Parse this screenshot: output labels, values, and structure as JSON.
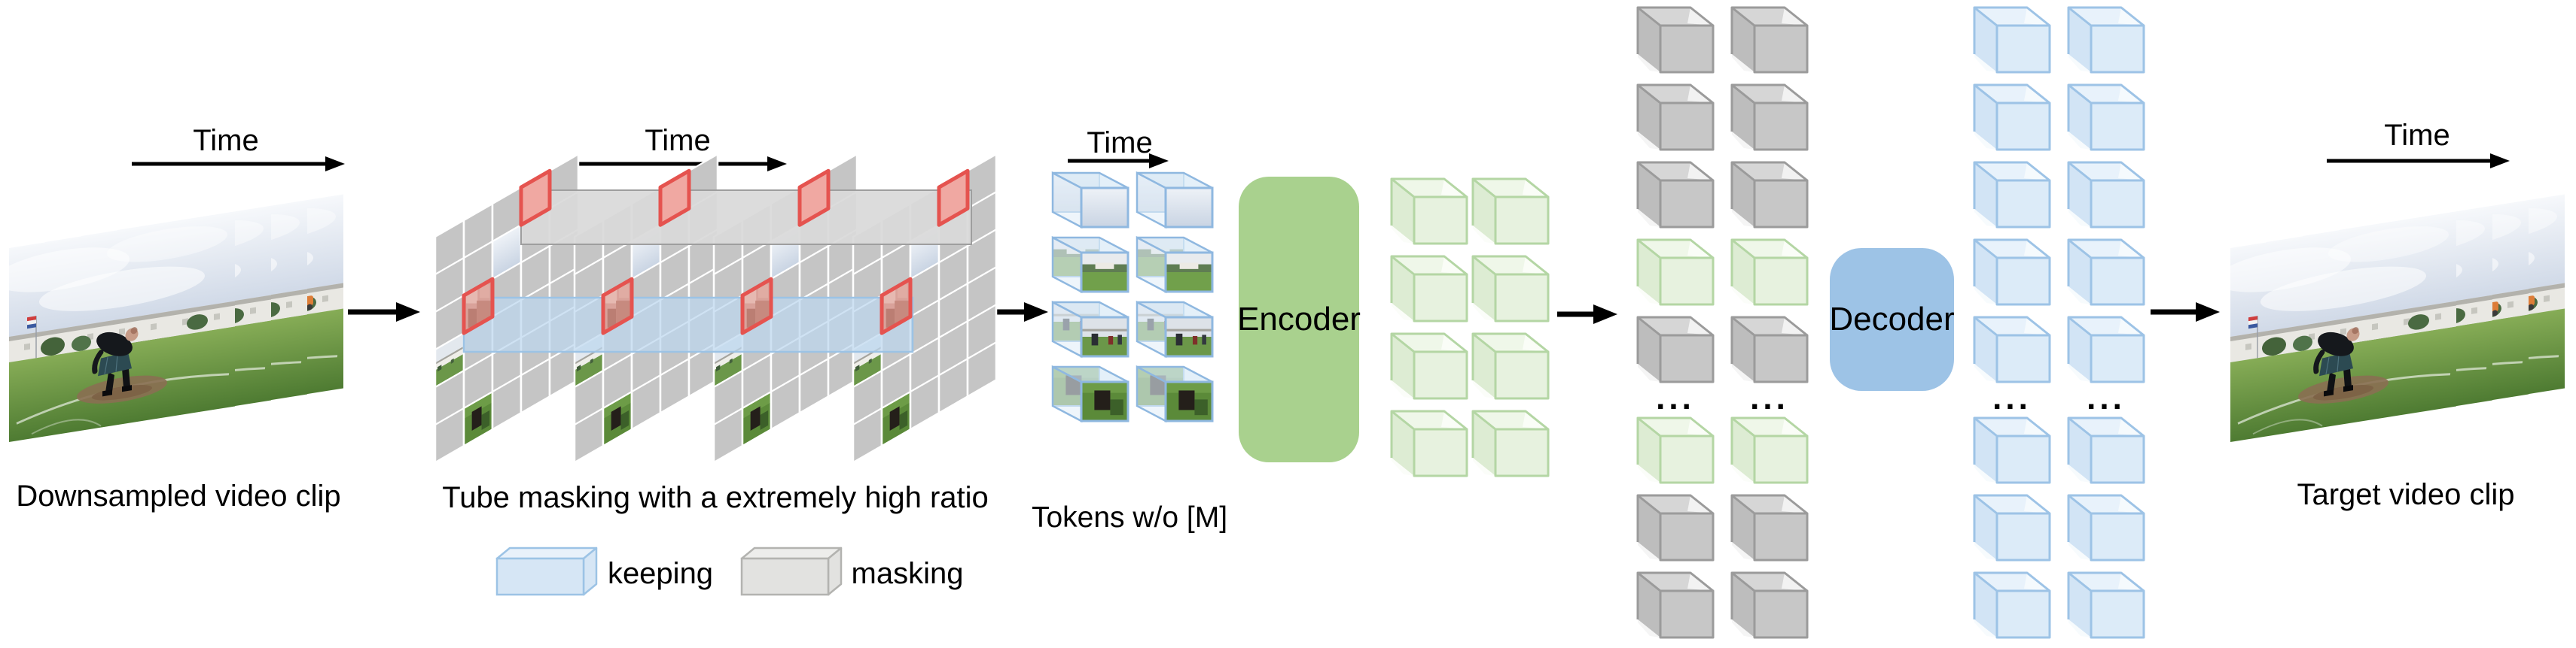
{
  "labels": {
    "time": "Time",
    "downsampled_clip": "Downsampled video clip",
    "tube_masking": "Tube masking with a extremely high ratio",
    "legend_keeping": "keeping",
    "legend_masking": "masking",
    "tokens_wo_mask": "Tokens w/o [M]",
    "encoder": "Encoder",
    "decoder": "Decoder",
    "target_clip": "Target video clip",
    "ellipsis": "..."
  },
  "colors": {
    "encoder_fill": "#a9d18e",
    "decoder_fill": "#9dc3e6",
    "arrow": "#000000",
    "red_edge": "#e5534f",
    "red_cell_fill": "#f0a8a2",
    "keep_band_fill": "#bdd7ee",
    "keep_band_edge": "#9cc3e5",
    "mask_band_fill": "#d9d9d9",
    "mask_band_edge": "#9e9e9e",
    "grid_cell_gray": "#c5c5c5",
    "grid_gap_white": "#ffffff",
    "legend_keep_fill": "#d6e6f5",
    "legend_keep_top": "#e8f1fa",
    "legend_keep_edge": "#9cc3e5",
    "legend_mask_fill": "#e2e2e0",
    "legend_mask_top": "#ededeb",
    "legend_mask_edge": "#b3b3b0",
    "token_edge": "#8fb8e0",
    "token_face_blue": "#cde3f4",
    "cube_gray": {
      "front": "#c7c7c7",
      "top": "#d6d6d6",
      "side": "#bdbdbd",
      "edge": "#9b9b9b",
      "inner": "#f2f2f2"
    },
    "cube_green": {
      "front": "#e7f2df",
      "top": "#eff7e9",
      "side": "#ddecd3",
      "edge": "#b4d6a4",
      "inner": "#fafdf7"
    },
    "cube_blue": {
      "front": "#dcebf8",
      "top": "#e8f2fb",
      "side": "#d2e4f5",
      "edge": "#9dc3e6",
      "inner": "#f5fafd"
    }
  },
  "video_clip": {
    "frame_count": 4,
    "left_poses": [
      "bent",
      "bent",
      "bent",
      "stand"
    ],
    "right_poses": [
      "bent",
      "bent",
      "stand",
      "stand"
    ]
  },
  "masked_grid": {
    "frame_count": 4,
    "rows": 6,
    "cols": 5,
    "kept_photo_cells": [
      {
        "row": 2,
        "col": 3,
        "texture": "sky"
      },
      {
        "row": 4,
        "col": 1,
        "texture": "town"
      },
      {
        "row": 6,
        "col": 2,
        "texture": "grass"
      }
    ],
    "red_cell_top": {
      "row": 1,
      "col": 4
    },
    "red_cell_middle": {
      "row": 3,
      "col": 2,
      "texture": "pink"
    }
  },
  "tokens": {
    "rows": 4,
    "cols": 2,
    "row_textures": [
      "sky",
      "field",
      "people",
      "grass"
    ]
  },
  "encoder_output": {
    "rows": 4,
    "cols": 2,
    "cube": "green"
  },
  "decoder_input": {
    "cols": 2,
    "sequence": [
      "gray",
      "gray",
      "gray",
      "green",
      "gray",
      "ellipsis",
      "green",
      "gray",
      "gray"
    ]
  },
  "decoder_output": {
    "cols": 2,
    "sequence": [
      "blue",
      "blue",
      "blue",
      "blue",
      "blue",
      "ellipsis",
      "blue",
      "blue",
      "blue"
    ]
  }
}
